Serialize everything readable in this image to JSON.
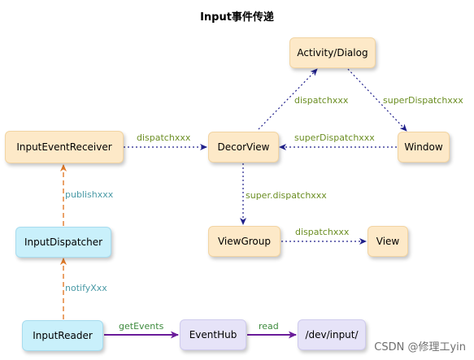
{
  "title": "Input事件传递",
  "nodes": {
    "activity": "Activity/Dialog",
    "receiver": "InputEventReceiver",
    "decor": "DecorView",
    "window": "Window",
    "dispatcher": "InputDispatcher",
    "viewgroup": "ViewGroup",
    "view": "View",
    "reader": "InputReader",
    "eventhub": "EventHub",
    "devinput": "/dev/input/"
  },
  "edges": {
    "receiver_to_decor": "dispatchxxx",
    "decor_to_activity": "dispatchxxx",
    "activity_to_window": "superDispatchxxx",
    "window_to_decor": "superDispatchxxx",
    "decor_to_viewgroup": "super.dispatchxxx",
    "viewgroup_to_view": "dispatchxxx",
    "dispatcher_to_receiver": "publishxxx",
    "reader_to_dispatcher": "notifyXxx",
    "reader_to_eventhub": "getEvents",
    "eventhub_to_devinput": "read"
  },
  "watermark": "CSDN @修理工yin",
  "colors": {
    "cream": "#fde9c8",
    "cyan": "#c9f0fb",
    "lavender": "#e6e3f8",
    "navy_arrow": "#1f1f8a",
    "orange_arrow": "#e07b2a",
    "purple_arrow": "#6a1b9a"
  }
}
